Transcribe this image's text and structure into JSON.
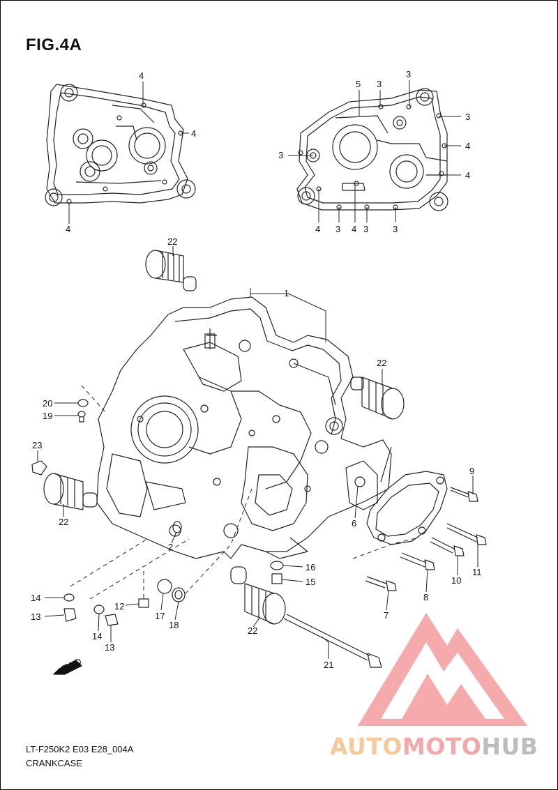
{
  "figure": {
    "title": "FIG.4A",
    "code": "LT-F250K2 E03 E28_004A",
    "name": "CRANKCASE"
  },
  "callouts_top_left": [
    "4",
    "4",
    "4"
  ],
  "callouts_top_right": [
    "5",
    "3",
    "3",
    "3",
    "3",
    "4",
    "4",
    "4",
    "3",
    "4",
    "3",
    "3"
  ],
  "callouts_main": [
    "1",
    "22",
    "22",
    "22",
    "22",
    "20",
    "19",
    "23",
    "2",
    "6",
    "9",
    "10",
    "11",
    "8",
    "7",
    "16",
    "15",
    "14",
    "13",
    "14",
    "13",
    "12",
    "17",
    "18",
    "21"
  ],
  "fwd_label": "FWD",
  "watermark": {
    "part1": "AUTO",
    "part2": "MOTO",
    "part3": "HUB",
    "colors": {
      "auto": "#f6c99a",
      "moto": "#f2a8a8",
      "hub": "#bdbdbd",
      "logo": "#f4a3a3"
    }
  }
}
